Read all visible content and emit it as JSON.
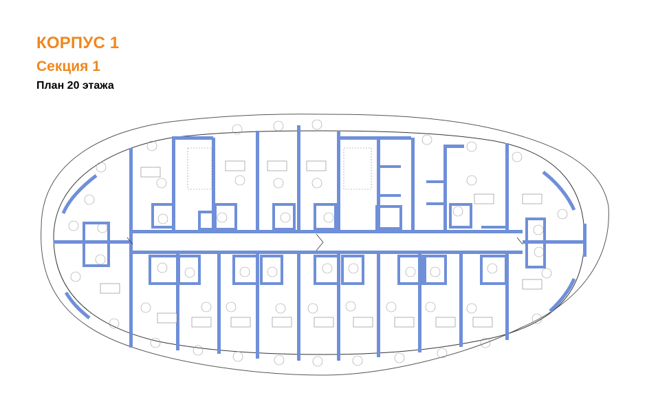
{
  "header": {
    "building": "КОРПУС 1",
    "section": "Секция 1",
    "floor_plan": "План 20 этажа"
  },
  "colors": {
    "building_title": "#f0871e",
    "floor_title": "#000000",
    "wall": "#6f8fd8",
    "outline": "#444444"
  }
}
